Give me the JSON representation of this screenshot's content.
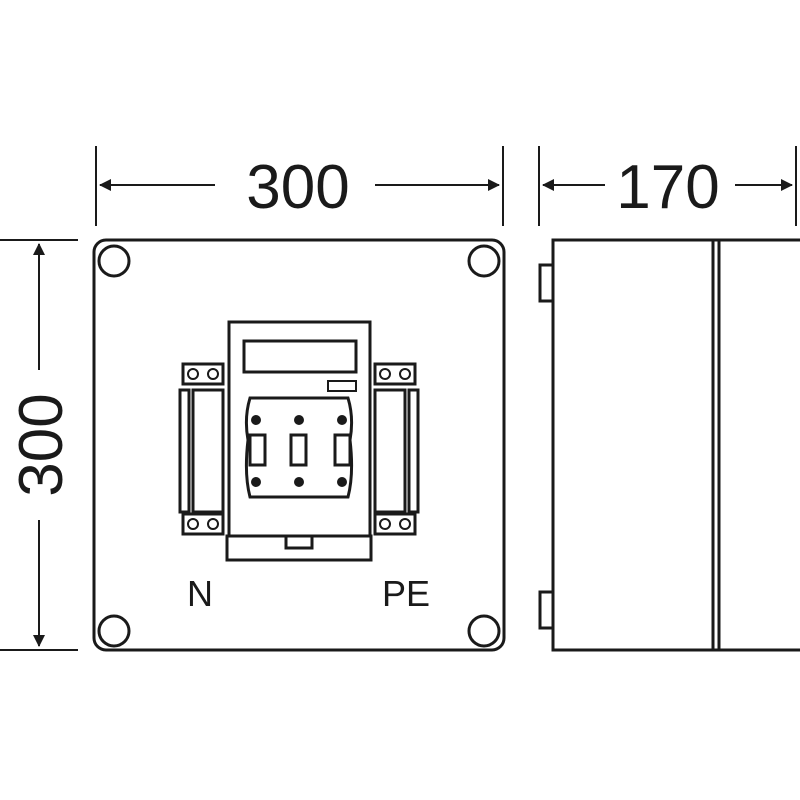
{
  "dimensions": {
    "front_width": "300",
    "side_depth": "170",
    "front_height": "300"
  },
  "labels": {
    "neutral": "N",
    "protective_earth": "PE"
  }
}
